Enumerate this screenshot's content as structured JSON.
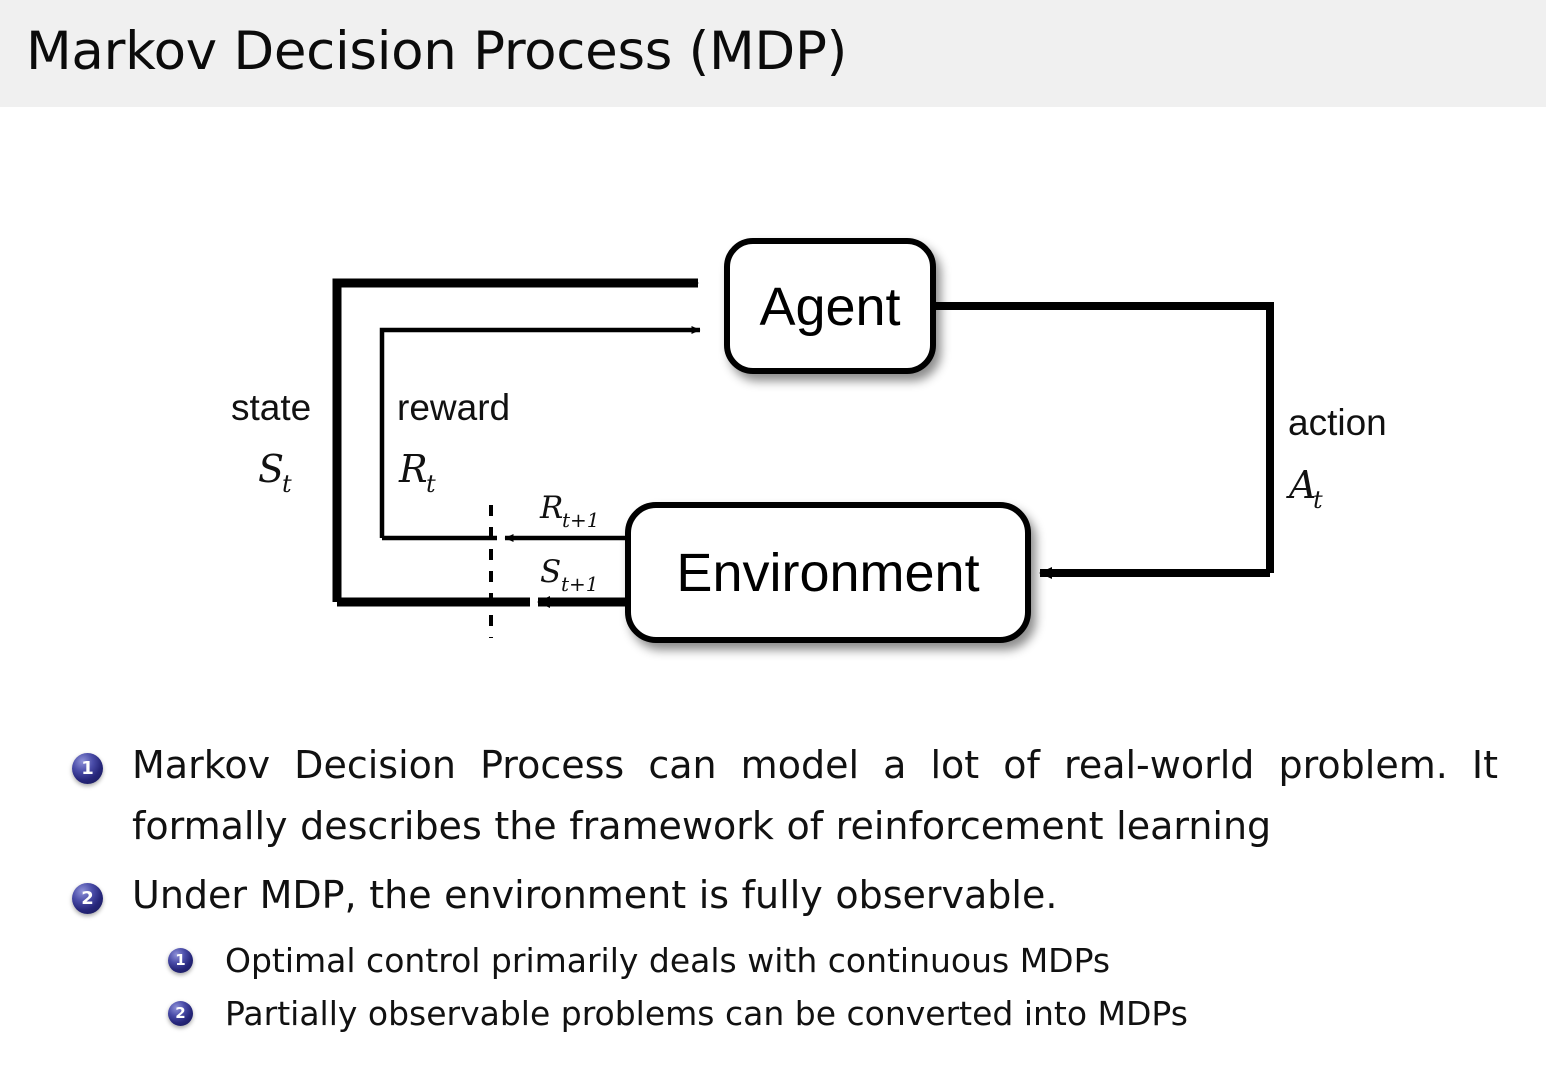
{
  "header": {
    "title": "Markov Decision Process (MDP)",
    "background_color": "#f0f0f0"
  },
  "diagram": {
    "name": "agent-environment-interaction-loop",
    "boxes": {
      "agent": "Agent",
      "environment": "Environment"
    },
    "labels": {
      "state_word": "state",
      "state_symbol": "S",
      "state_symbol_sub": "t",
      "reward_word": "reward",
      "reward_symbol": "R",
      "reward_symbol_sub": "t",
      "action_word": "action",
      "action_symbol": "A",
      "action_symbol_sub": "t",
      "reward_next_symbol": "R",
      "reward_next_sub": "t+1",
      "state_next_symbol": "S",
      "state_next_sub": "t+1"
    },
    "colors": {
      "stroke": "#000000",
      "box_fill": "#ffffff"
    }
  },
  "bullets": {
    "marker_color": "#26267a",
    "items": [
      {
        "number": "1",
        "level": 1,
        "text": "Markov Decision Process can model a lot of real-world problem. It formally describes the framework of reinforcement learning"
      },
      {
        "number": "2",
        "level": 1,
        "text": "Under MDP, the environment is fully observable."
      },
      {
        "number": "1",
        "level": 2,
        "text": "Optimal control primarily deals with continuous MDPs"
      },
      {
        "number": "2",
        "level": 2,
        "text": "Partially observable problems can be converted into MDPs"
      }
    ]
  }
}
